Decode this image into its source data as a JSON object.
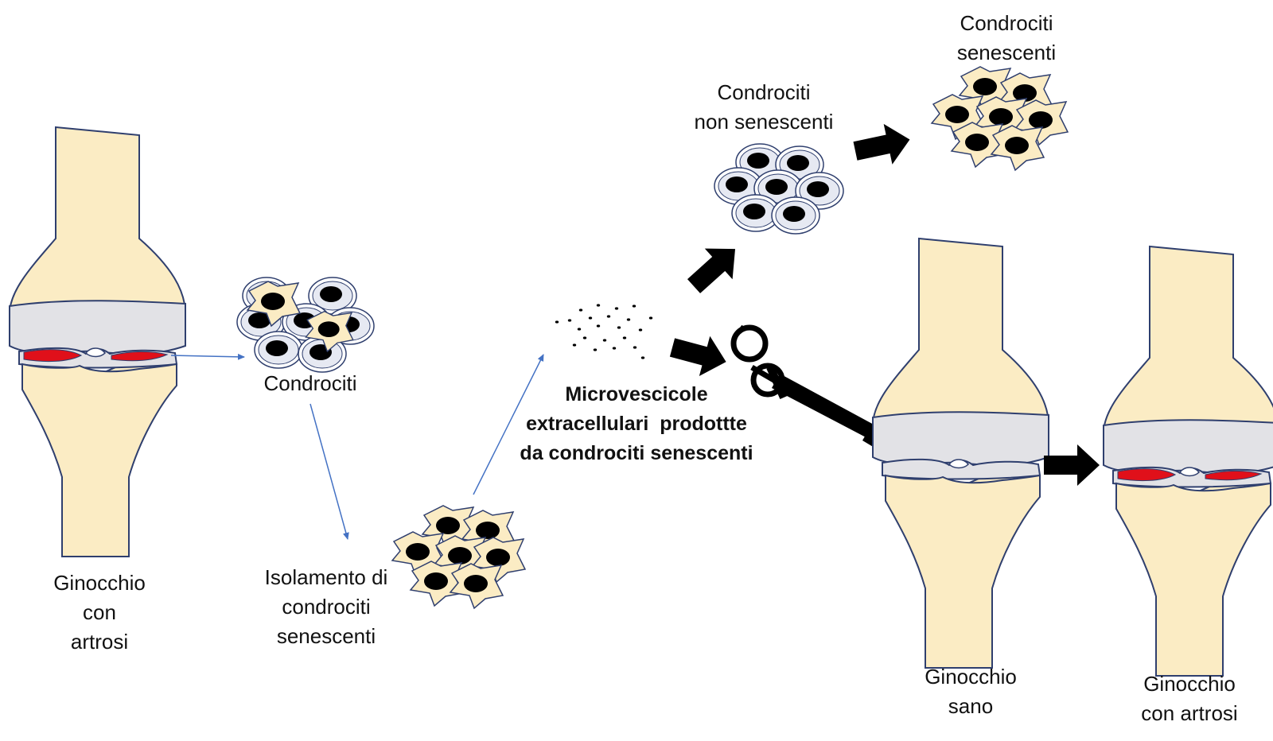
{
  "colors": {
    "bone": "#fbecc4",
    "bone_stroke": "#2f3f6e",
    "cartilage": "#e2e2e6",
    "damage": "#e0101a",
    "arrow_thin": "#4472c4",
    "black": "#000000"
  },
  "labels": {
    "knee_oa_left": [
      "Ginocchio",
      "con",
      "artrosi"
    ],
    "chondrocytes": [
      "Condrociti"
    ],
    "isolation": [
      "Isolamento di",
      "condrociti",
      "senescenti"
    ],
    "microvesicles": [
      "Microvescicole",
      "extracellulari  prodottte",
      "da condrociti senescenti"
    ],
    "non_senescent": [
      "Condrociti",
      "non senescenti"
    ],
    "senescent_top": [
      "Condrociti",
      "senescenti"
    ],
    "knee_healthy": [
      "Ginocchio",
      "sano"
    ],
    "knee_oa_right": [
      "Ginocchio",
      "con artrosi"
    ]
  },
  "icons": [
    "knee-joint-icon",
    "round-cell-icon",
    "senescent-cell-icon",
    "vesicle-dot-icon",
    "syringe-icon",
    "block-arrow-icon",
    "thin-arrow-icon"
  ]
}
